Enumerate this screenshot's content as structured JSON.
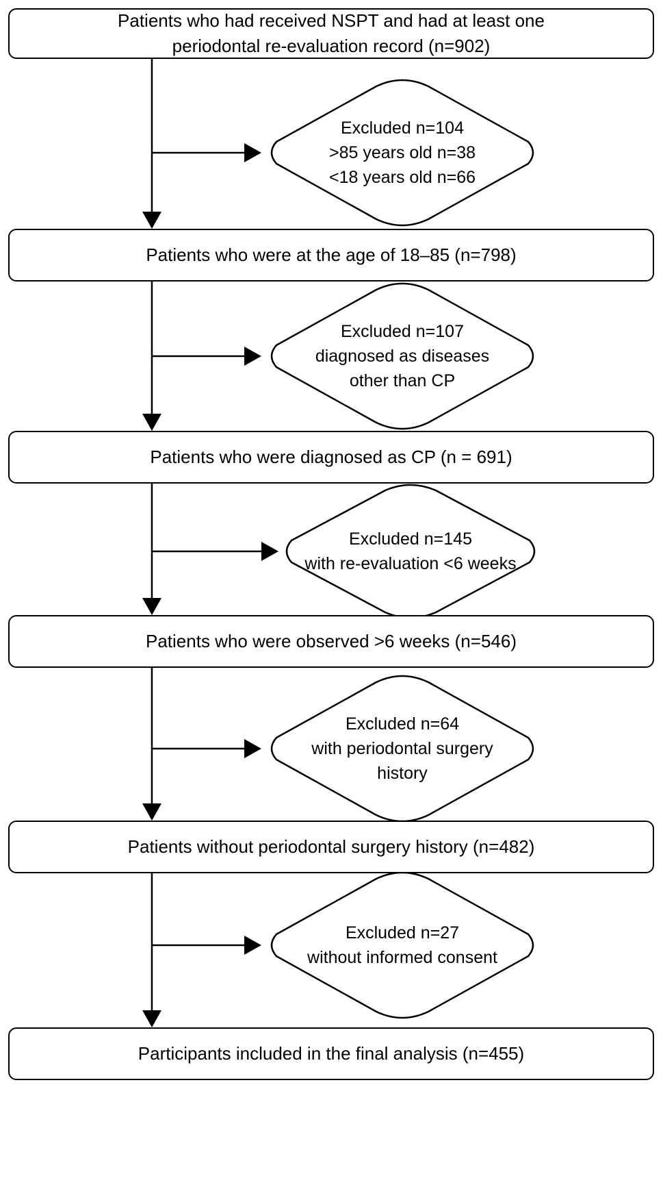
{
  "flowchart": {
    "boxes": [
      {
        "lines": [
          "Patients who had received NSPT and had at least one",
          "periodontal re-evaluation record (n=902)"
        ]
      },
      {
        "lines": [
          "Patients who were at the age of 18–85 (n=798)"
        ]
      },
      {
        "lines": [
          "Patients who were diagnosed as CP (n = 691)"
        ]
      },
      {
        "lines": [
          "Patients who were observed >6 weeks (n=546)"
        ]
      },
      {
        "lines": [
          "Patients without periodontal surgery history (n=482)"
        ]
      },
      {
        "lines": [
          "Participants included in the final analysis (n=455)"
        ]
      }
    ],
    "exclusions": [
      {
        "lines": [
          "Excluded n=104",
          ">85 years old n=38",
          "<18 years old n=66"
        ]
      },
      {
        "lines": [
          "Excluded n=107",
          "diagnosed as diseases",
          "other than CP"
        ]
      },
      {
        "lines": [
          "Excluded n=145",
          "with re-evaluation <6 weeks"
        ]
      },
      {
        "lines": [
          "Excluded n=64",
          "with periodontal surgery",
          "history"
        ]
      },
      {
        "lines": [
          "Excluded n=27",
          "without informed consent"
        ]
      }
    ]
  }
}
